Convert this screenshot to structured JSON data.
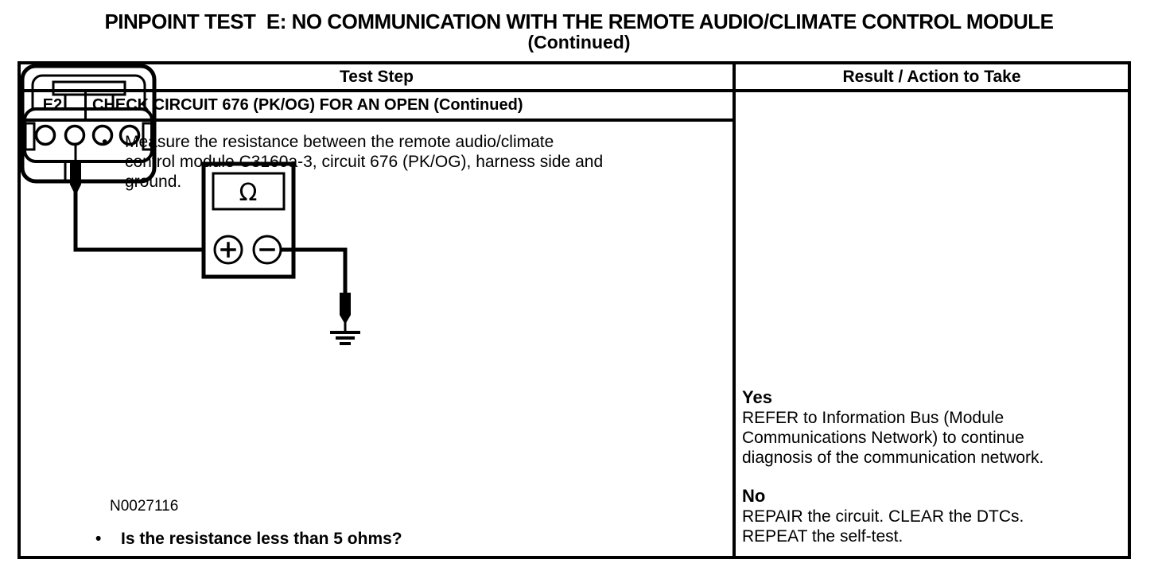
{
  "page": {
    "title_line1": "PINPOINT TEST  E: NO COMMUNICATION WITH THE REMOTE AUDIO/CLIMATE CONTROL MODULE",
    "title_line2": "(Continued)"
  },
  "table": {
    "header": {
      "test_step": "Test Step",
      "result_action": "Result / Action to Take"
    },
    "step": {
      "id": "E2",
      "title": "CHECK CIRCUIT 676 (PK/OG) FOR AN OPEN (Continued)",
      "bullet": "•",
      "instruction_lines": [
        "Measure the resistance between the remote audio/climate",
        "control module C3160a-3, circuit 676 (PK/OG), harness side and",
        "ground."
      ],
      "figure_label": "N0027116",
      "question": "Is the resistance less than 5 ohms?"
    },
    "result": {
      "yes_label": "Yes",
      "yes_lines": [
        "REFER to Information Bus (Module",
        "Communications Network) to continue",
        "diagnosis of the communication network."
      ],
      "no_label": "No",
      "no_lines": [
        "REPAIR the circuit. CLEAR the DTCs.",
        "REPEAT the self-test."
      ]
    }
  },
  "diagram": {
    "multimeter_display_symbol": "Ω",
    "connector_pin_count": 4
  },
  "colors": {
    "ink": "#000000",
    "background": "#ffffff"
  }
}
